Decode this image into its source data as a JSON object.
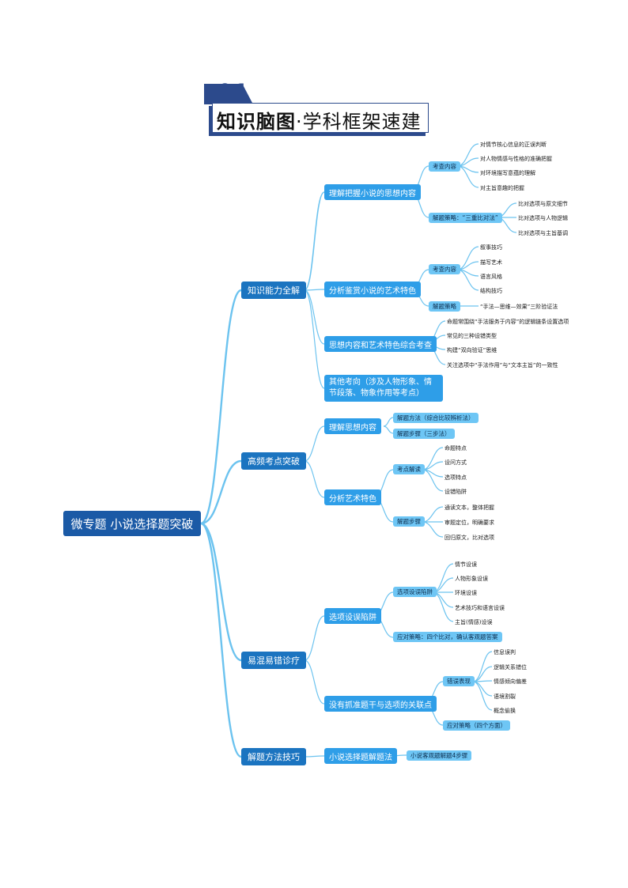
{
  "header": {
    "number": "01",
    "title_bold": "知识脑图",
    "title_rest": "·学科框架速建"
  },
  "root": "微专题 小说选择题突破",
  "branches": [
    {
      "label": "知识能力全解",
      "children": [
        {
          "label": "理解把握小说的思想内容",
          "children": [
            {
              "label": "考查内容",
              "leaves": [
                "对情节核心信息的正误判断",
                "对人物情感与性格的准确把握",
                "对环境描写意蕴的理解",
                "对主旨意趣的把握"
              ]
            },
            {
              "label": "解题策略：“三重比对法”",
              "leaves": [
                "比对选项与原文细节",
                "比对选项与人物逻辑",
                "比对选项与主旨基调"
              ]
            }
          ]
        },
        {
          "label": "分析鉴赏小说的艺术特色",
          "children": [
            {
              "label": "考查内容",
              "leaves": [
                "叙事技巧",
                "描写艺术",
                "语言风格",
                "结构技巧"
              ]
            },
            {
              "label": "解题策略",
              "leaves": [
                "“手法—思维—效果”三阶验证法"
              ]
            }
          ]
        },
        {
          "label": "思想内容和艺术特色综合考查",
          "leaves": [
            "命题常围绕“手法服务于内容”的逻辑链条设置选项",
            "常见的三种设错类型",
            "构建“双向验证”思维",
            "关注选项中“手法作用”与“文本主旨”的一致性"
          ]
        },
        {
          "label": "其他考向（涉及人物形象、情节段落、物象作用等考点）"
        }
      ]
    },
    {
      "label": "高频考点突破",
      "children": [
        {
          "label": "理解思想内容",
          "children": [
            {
              "label": "解题方法（综合比较辨析法）"
            },
            {
              "label": "解题步骤（三步法）"
            }
          ]
        },
        {
          "label": "分析艺术特色",
          "children": [
            {
              "label": "考点解读",
              "leaves": [
                "命题特点",
                "设问方式",
                "选项特点",
                "设错陷阱"
              ]
            },
            {
              "label": "解题步骤",
              "leaves": [
                "通读文本，整体把握",
                "审题定位，明确要求",
                "回归原文，比对选项"
              ]
            }
          ]
        }
      ]
    },
    {
      "label": "易混易错诊疗",
      "children": [
        {
          "label": "选项设误陷阱",
          "children": [
            {
              "label": "选项设误陷阱",
              "leaves": [
                "情节设误",
                "人物形象设误",
                "环境设误",
                "艺术技巧和语言设误",
                "主旨(情感)设误"
              ]
            },
            {
              "label": "应对策略：四个比对，确认客观题答案"
            }
          ]
        },
        {
          "label": "没有抓准题干与选项的关联点",
          "children": [
            {
              "label": "错误表现",
              "leaves": [
                "信息误判",
                "逻辑关系错位",
                "情感倾向偏差",
                "语境割裂",
                "概念偷换"
              ]
            },
            {
              "label": "应对策略（四个方面）"
            }
          ]
        }
      ]
    },
    {
      "label": "解题方法技巧",
      "children": [
        {
          "label": "小说选择题解题法",
          "children": [
            {
              "label": "小说客观题解题4步骤"
            }
          ]
        }
      ]
    }
  ],
  "colors": {
    "root": "#1b5aa6",
    "level1": "#1b74c0",
    "level2": "#2e9ee8",
    "level3": "#6ec6f5",
    "link": "#6cc3ef"
  }
}
